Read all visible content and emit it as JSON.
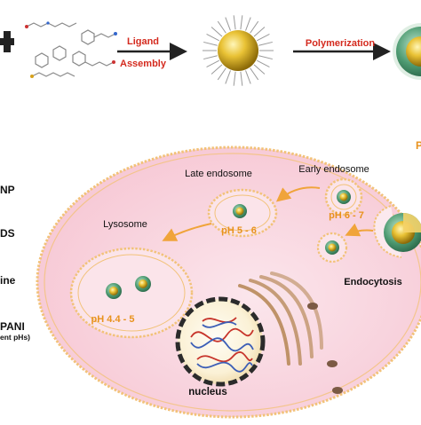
{
  "top_row": {
    "step1_label_line1": "Ligand",
    "step1_label_line2": "Assembly",
    "step2_label": "Polymerization"
  },
  "cell": {
    "late_endosome": "Late endosome",
    "early_endosome": "Early endosome",
    "lysosome": "Lysosome",
    "ph_early": "pH 6 - 7",
    "ph_late": "pH 5 - 6",
    "ph_lysosome": "pH 4.4 - 5",
    "endocytosis": "Endocytosis",
    "nucleus": "nucleus",
    "outside_fragment": "P"
  },
  "legend": {
    "item1": "NP",
    "item2": "DS",
    "item3": "ine",
    "item4_line1": "PANI",
    "item4_line2": "ent pHs)"
  },
  "colors": {
    "label_red": "#d42a1e",
    "ph_orange": "#e8921c",
    "arrow_orange": "#f0a43a",
    "cell_fill": "#f9d6df",
    "membrane": "#f2c279",
    "gold": "#e2b82a",
    "shell_green": "#4e9b72"
  }
}
